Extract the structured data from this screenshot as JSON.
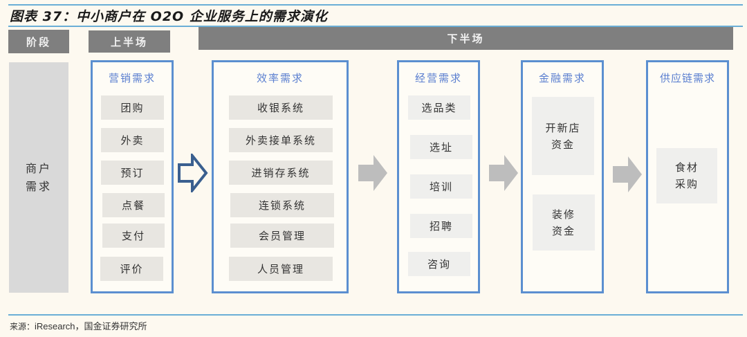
{
  "figure": {
    "title": "图表 37：中小商户在 O2O 企业服务上的需求演化",
    "source_label": "来源：",
    "source_text": "iResearch，国金证券研究所"
  },
  "headers": {
    "stage": "阶段",
    "first_half": "上半场",
    "second_half": "下半场"
  },
  "row_label": "商户需求",
  "groups": [
    {
      "title": "营销需求",
      "items": [
        "团购",
        "外卖",
        "预订",
        "点餐",
        "支付",
        "评价"
      ]
    },
    {
      "title": "效率需求",
      "items": [
        "收银系统",
        "外卖接单系统",
        "进销存系统",
        "连锁系统",
        "会员管理",
        "人员管理"
      ]
    },
    {
      "title": "经营需求",
      "items": [
        "选品类",
        "选址",
        "培训",
        "招聘",
        "咨询"
      ]
    },
    {
      "title": "金融需求",
      "items": [
        "开新店资金",
        "装修资金"
      ]
    },
    {
      "title": "供应链需求",
      "items": [
        "食材采购"
      ]
    }
  ],
  "arrows": [
    {
      "from": "营销需求",
      "to": "效率需求",
      "style": "outline",
      "color": "#3a5f8f"
    },
    {
      "from": "效率需求",
      "to": "经营需求",
      "style": "filled",
      "color": "#bdbdbd"
    },
    {
      "from": "经营需求",
      "to": "金融需求",
      "style": "filled",
      "color": "#bdbdbd"
    },
    {
      "from": "金融需求",
      "to": "供应链需求",
      "style": "filled",
      "color": "#bdbdbd"
    }
  ],
  "colors": {
    "rule": "#6aaed6",
    "header_bg": "#7f7f7f",
    "group_border": "#5b8fd0",
    "group_title": "#5b7fd0",
    "item_bg": "#e8e6e1",
    "stage_bg": "#d9d9d9",
    "page_bg": "#fdf9f0"
  }
}
